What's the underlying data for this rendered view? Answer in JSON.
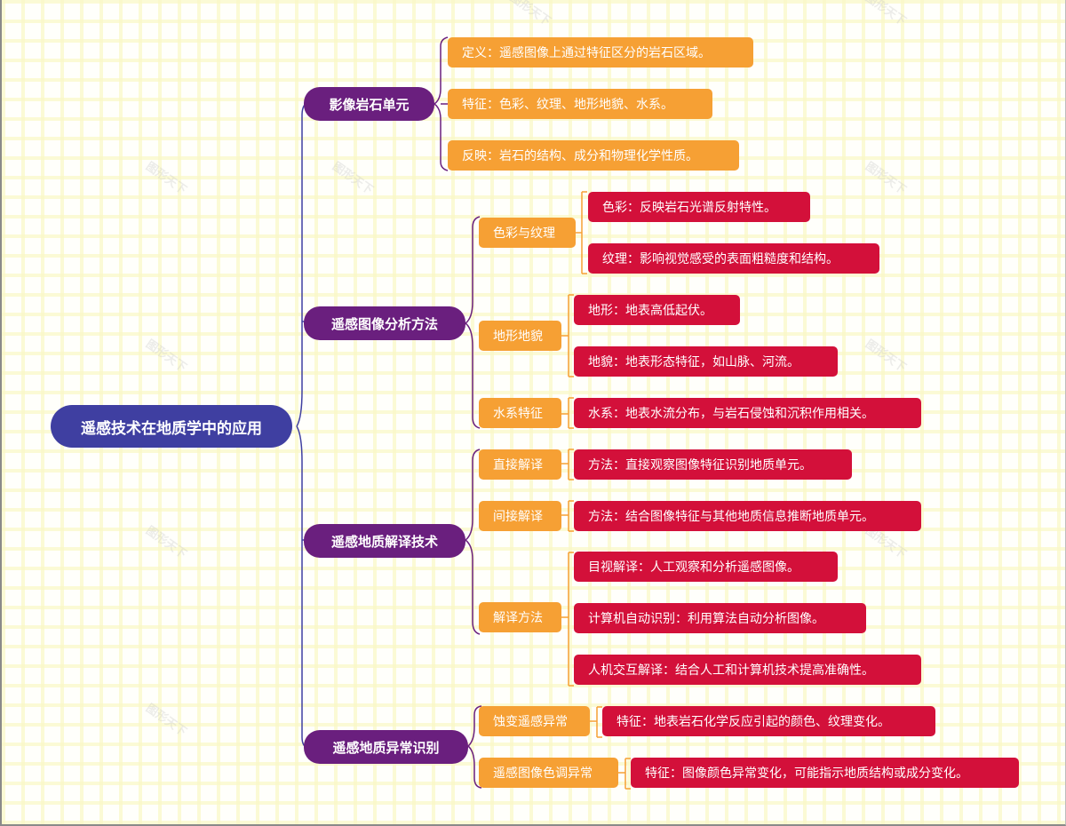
{
  "title": "遥感技术在地质学中的应用",
  "watermark": "图形天下",
  "colors": {
    "root": "#3f3fa1",
    "level1": "#6a1f7e",
    "level2": "#f6a034",
    "level3": "#d3103a",
    "grid": "#faf8c8",
    "background": "#fffffb"
  },
  "branches": [
    {
      "label": "影像岩石单元",
      "children": [
        {
          "label": "定义：遥感图像上通过特征区分的岩石区域。"
        },
        {
          "label": "特征：色彩、纹理、地形地貌、水系。"
        },
        {
          "label": "反映：岩石的结构、成分和物理化学性质。"
        }
      ]
    },
    {
      "label": "遥感图像分析方法",
      "children": [
        {
          "label": "色彩与纹理",
          "children": [
            "色彩：反映岩石光谱反射特性。",
            "纹理：影响视觉感受的表面粗糙度和结构。"
          ]
        },
        {
          "label": "地形地貌",
          "children": [
            "地形：地表高低起伏。",
            "地貌：地表形态特征，如山脉、河流。"
          ]
        },
        {
          "label": "水系特征",
          "children": [
            "水系：地表水流分布，与岩石侵蚀和沉积作用相关。"
          ]
        }
      ]
    },
    {
      "label": "遥感地质解译技术",
      "children": [
        {
          "label": "直接解译",
          "children": [
            "方法：直接观察图像特征识别地质单元。"
          ]
        },
        {
          "label": "间接解译",
          "children": [
            "方法：结合图像特征与其他地质信息推断地质单元。"
          ]
        },
        {
          "label": "解译方法",
          "children": [
            "目视解译：人工观察和分析遥感图像。",
            "计算机自动识别：利用算法自动分析图像。",
            "人机交互解译：结合人工和计算机技术提高准确性。"
          ]
        }
      ]
    },
    {
      "label": "遥感地质异常识别",
      "children": [
        {
          "label": "蚀变遥感异常",
          "children": [
            "特征：地表岩石化学反应引起的颜色、纹理变化。"
          ]
        },
        {
          "label": "遥感图像色调异常",
          "children": [
            "特征：图像颜色异常变化，可能指示地质结构或成分变化。"
          ]
        }
      ]
    }
  ]
}
